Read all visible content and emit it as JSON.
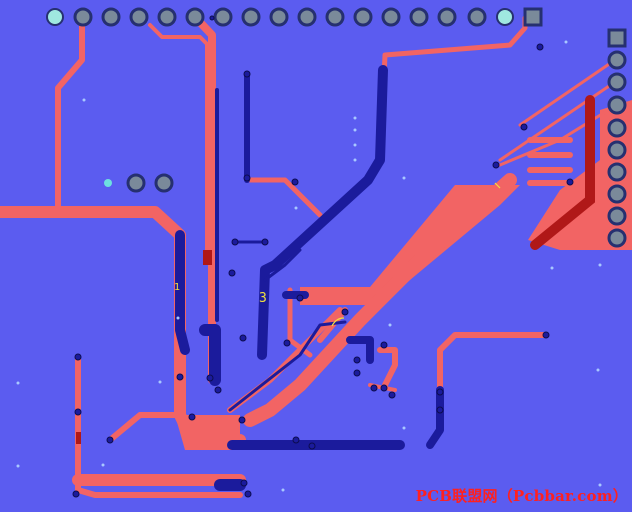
{
  "board": {
    "background_color": "#5b5cf0",
    "top_copper_color": "#f26464",
    "bottom_copper_color": "#1b1b9c",
    "dark_copper_color": "#b01818",
    "pad_ring_color": "#263070",
    "pad_fill_color": "#7a8a9a",
    "highlight_pad_color": "#9fe8e0",
    "via_color": "#6de0e0",
    "drill_color": "#a8c8ff"
  },
  "silkscreen": {
    "label_3": "3",
    "label_1": "1"
  },
  "watermark": {
    "text": "PCB联盟网（Pcbbar.com）",
    "color": "#ff2020"
  }
}
